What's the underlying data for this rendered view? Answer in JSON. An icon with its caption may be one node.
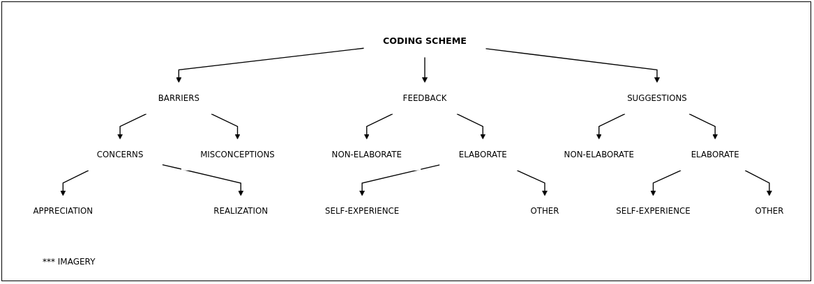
{
  "diagram": {
    "nodes": [
      {
        "text": [
          "CODING SCHEME"
        ]
      },
      {
        "text": [
          "BARRIERS"
        ]
      },
      {
        "text": [
          "FEEDBACK"
        ]
      },
      {
        "text": [
          "SUGGESTIONS"
        ]
      },
      {
        "text": [
          "CONCERNS"
        ]
      },
      {
        "text": [
          "MISCONCEPTIONS"
        ]
      },
      {
        "text": [
          "NON-ELABORATE"
        ]
      },
      {
        "text": [
          "ELABORATE"
        ]
      },
      {
        "text": [
          "NON-ELABORATE"
        ]
      },
      {
        "text": [
          "ELABORATE"
        ]
      },
      {
        "text": [
          "APPRECIATION"
        ]
      },
      {
        "text": [
          "REALIZATION"
        ]
      },
      {
        "text": [
          "SELF-EXPERIENCE"
        ]
      },
      {
        "text": [
          "OTHER"
        ]
      },
      {
        "text": [
          "SELF-EXPERIENCE"
        ]
      },
      {
        "text": [
          "OTHER"
        ]
      }
    ],
    "edges": [
      {
        "from": 0,
        "to": 1,
        "arrow": "to"
      },
      {
        "from": 0,
        "to": 2,
        "arrow": "to"
      },
      {
        "from": 0,
        "to": 3,
        "arrow": "to"
      },
      {
        "from": 1,
        "to": 4,
        "arrow": "to"
      },
      {
        "from": 1,
        "to": 5,
        "arrow": "to"
      },
      {
        "from": 2,
        "to": 6,
        "arrow": "to"
      },
      {
        "from": 2,
        "to": 7,
        "arrow": "to"
      },
      {
        "from": 3,
        "to": 8,
        "arrow": "to"
      },
      {
        "from": 3,
        "to": 9,
        "arrow": "to"
      },
      {
        "from": 4,
        "to": 10,
        "arrow": "to"
      },
      {
        "from": 4,
        "to": 11,
        "arrow": "to"
      },
      {
        "from": 7,
        "to": 12,
        "arrow": "to"
      },
      {
        "from": 7,
        "to": 13,
        "arrow": "to"
      },
      {
        "from": 9,
        "to": 14,
        "arrow": "to"
      },
      {
        "from": 9,
        "to": 15,
        "arrow": "to"
      }
    ],
    "labels": [
      "*** IMAGERY"
    ]
  }
}
